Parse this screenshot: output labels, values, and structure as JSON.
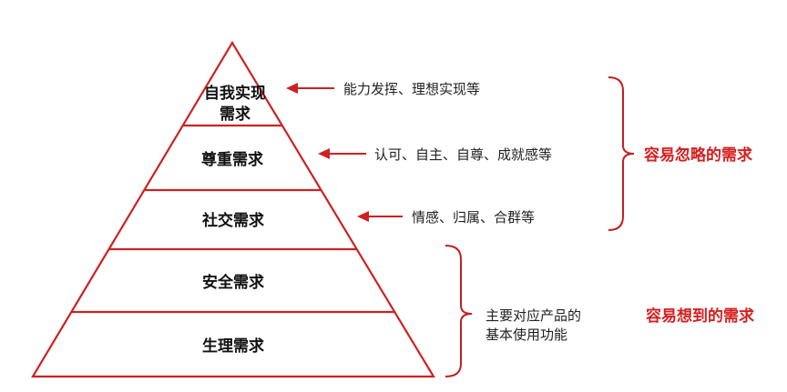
{
  "levels": [
    {
      "line1": "自我实现",
      "line2": "需求"
    },
    {
      "label": "尊重需求"
    },
    {
      "label": "社交需求"
    },
    {
      "label": "安全需求"
    },
    {
      "label": "生理需求"
    }
  ],
  "notes": {
    "self_actualization": "能力发挥、理想实现等",
    "esteem": "认可、自主、自尊、成就感等",
    "social": "情感、归属、合群等",
    "basic_line1": "主要对应产品的",
    "basic_line2": "基本使用功能"
  },
  "groups": {
    "overlooked": "容易忽略的需求",
    "obvious": "容易想到的需求"
  },
  "colors": {
    "accent": "#cc2222",
    "text": "#111111"
  }
}
